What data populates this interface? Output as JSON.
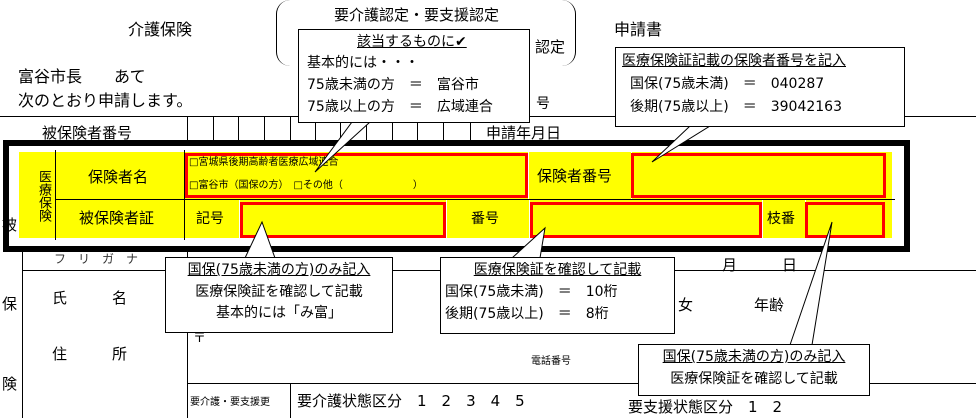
{
  "form": {
    "title_left": "介護保険",
    "title_mid_top": "要介護認定・要支援認定",
    "title_mid_bottom_partial": "認定",
    "title_right": "申請書",
    "addressee": "富谷市長　　あて",
    "lead": "次のとおり申請します。",
    "number_label_partial": "号",
    "insured_number_label": "被保険者番号",
    "apply_date_label": "申請年月日",
    "medical_insurance_label": "医療保険",
    "insurer_name_label": "保険者名",
    "option_miyagi": "□宮城県後期高齢者医療広域連合",
    "option_tomiya": "□富谷市（国保の方）　□その他（　　　　　　　）",
    "insurer_number_label": "保険者番号",
    "insured_card_label": "被保険者証",
    "symbol_label": "記号",
    "number_label": "番号",
    "branch_label": "枝番",
    "side_label": "被　保　険",
    "furigana_partial": "フ　リ　ガ　ナ",
    "month_label": "月",
    "day_label": "日",
    "name_label": "氏　　　名",
    "female_label": "女",
    "age_label": "年齢",
    "address_label": "住　　　所",
    "postal_mark": "〒",
    "phone_label": "電話番号",
    "care_previous_label": "要介護・要支援更",
    "care_level_label": "要介護状態区分　1　2　3　4　5",
    "support_level_label": "要支援状態区分　1　2"
  },
  "callouts": {
    "applicable": {
      "title": "該当するものに✔",
      "line1": "基本的には・・・",
      "line2": "75歳未満の方　＝　富谷市",
      "line3": "75歳以上の方　＝　広域連合"
    },
    "insurer_number": {
      "title": "医療保険証記載の保険者番号を記入",
      "line1": "国保(75歳未満)　＝　040287",
      "line2": "後期(75歳以上)　＝　39042163"
    },
    "symbol": {
      "title": "国保(75歳未満の方)のみ記入",
      "line1": "医療保険証を確認して記載",
      "line2": "基本的には「み富」"
    },
    "number": {
      "title": "医療保険証を確認して記載",
      "line1": "国保(75歳未満)　＝　10桁",
      "line2": "後期(75歳以上)　＝　8桁"
    },
    "branch": {
      "title": "国保(75歳未満の方)のみ記入",
      "line1": "医療保険証を確認して記載"
    }
  },
  "colors": {
    "highlight": "#ffff00",
    "red_outline": "#ff0000",
    "frame": "#000000"
  }
}
